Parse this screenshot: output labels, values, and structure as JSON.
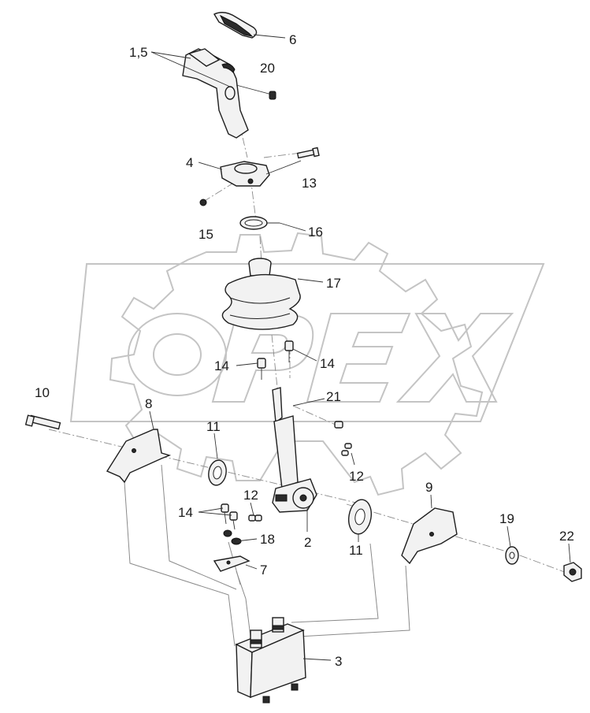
{
  "watermark": {
    "brand": "OPEX"
  },
  "labels": {
    "1_5": "1,5",
    "2": "2",
    "3": "3",
    "4": "4",
    "6": "6",
    "7": "7",
    "8": "8",
    "9": "9",
    "10": "10",
    "11a": "11",
    "11b": "11",
    "12a": "12",
    "12b": "12",
    "13": "13",
    "14a": "14",
    "14b": "14",
    "14c": "14",
    "15": "15",
    "16": "16",
    "17": "17",
    "18": "18",
    "19": "19",
    "20": "20",
    "21": "21",
    "22": "22"
  }
}
